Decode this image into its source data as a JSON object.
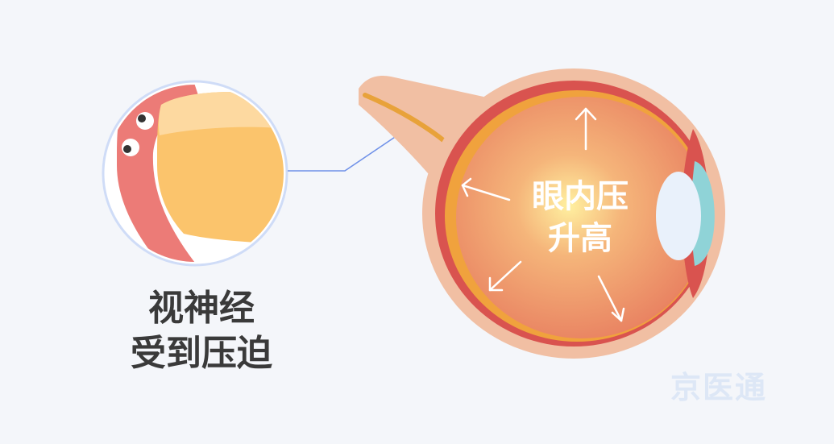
{
  "labels": {
    "compression_line1": "视神经",
    "compression_line2": "受到压迫",
    "pressure_line1": "眼内压",
    "pressure_line2": "升高"
  },
  "watermark": "京医通",
  "colors": {
    "background": "#f4f6fa",
    "sclera": "#f1bfa3",
    "choroid": "#d9534f",
    "retina": "#f0a23d",
    "eye_interior": "#e87f60",
    "eye_center_glow": "#fff0a0",
    "lens": "#e9f1fb",
    "cornea": "#8fd3d7",
    "optic_nerve": "#e8a23a",
    "connector": "#6f91e8",
    "zoom_circle_border": "#cfdcf7"
  },
  "icons": [
    "arrow-up-icon",
    "arrow-left-icon",
    "arrow-down-left-icon",
    "arrow-down-right-icon"
  ]
}
